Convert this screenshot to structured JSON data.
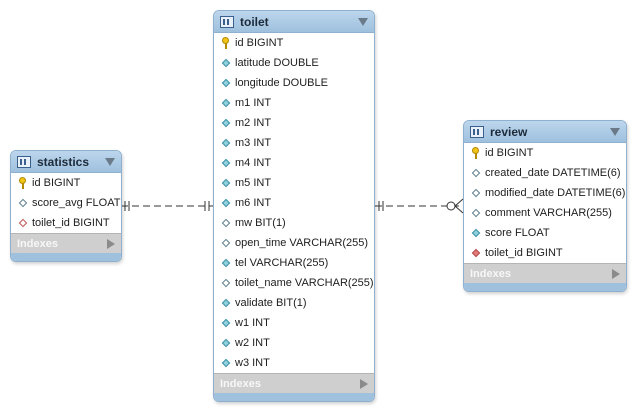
{
  "tables": {
    "statistics": {
      "title": "statistics",
      "indexes_label": "Indexes",
      "columns": [
        {
          "text": "id BIGINT",
          "icon": "primary-key-icon"
        },
        {
          "text": "score_avg FLOAT",
          "icon": "column-nullable-icon"
        },
        {
          "text": "toilet_id BIGINT",
          "icon": "foreign-key-icon"
        }
      ]
    },
    "toilet": {
      "title": "toilet",
      "indexes_label": "Indexes",
      "columns": [
        {
          "text": "id BIGINT",
          "icon": "primary-key-icon"
        },
        {
          "text": "latitude DOUBLE",
          "icon": "column-icon"
        },
        {
          "text": "longitude DOUBLE",
          "icon": "column-icon"
        },
        {
          "text": "m1 INT",
          "icon": "column-icon"
        },
        {
          "text": "m2 INT",
          "icon": "column-icon"
        },
        {
          "text": "m3 INT",
          "icon": "column-icon"
        },
        {
          "text": "m4 INT",
          "icon": "column-icon"
        },
        {
          "text": "m5 INT",
          "icon": "column-icon"
        },
        {
          "text": "m6 INT",
          "icon": "column-icon"
        },
        {
          "text": "mw BIT(1)",
          "icon": "column-nullable-icon"
        },
        {
          "text": "open_time VARCHAR(255)",
          "icon": "column-nullable-icon"
        },
        {
          "text": "tel VARCHAR(255)",
          "icon": "column-icon"
        },
        {
          "text": "toilet_name VARCHAR(255)",
          "icon": "column-nullable-icon"
        },
        {
          "text": "validate BIT(1)",
          "icon": "column-icon"
        },
        {
          "text": "w1 INT",
          "icon": "column-icon"
        },
        {
          "text": "w2 INT",
          "icon": "column-icon"
        },
        {
          "text": "w3 INT",
          "icon": "column-icon"
        }
      ]
    },
    "review": {
      "title": "review",
      "indexes_label": "Indexes",
      "columns": [
        {
          "text": "id BIGINT",
          "icon": "primary-key-icon"
        },
        {
          "text": "created_date DATETIME(6)",
          "icon": "column-nullable-icon"
        },
        {
          "text": "modified_date DATETIME(6)",
          "icon": "column-nullable-icon"
        },
        {
          "text": "comment VARCHAR(255)",
          "icon": "column-nullable-icon"
        },
        {
          "text": "score FLOAT",
          "icon": "column-icon"
        },
        {
          "text": "toilet_id BIGINT",
          "icon": "foreign-key-filled-icon"
        }
      ]
    }
  },
  "relationships": [
    {
      "from": "statistics",
      "to": "toilet",
      "cardinality": "one-to-one",
      "style": "dashed"
    },
    {
      "from": "toilet",
      "to": "review",
      "cardinality": "one-to-many",
      "style": "dashed"
    }
  ],
  "colors": {
    "header": "#9fc1de",
    "border": "#8fb1cf",
    "footer": "#cfcfcf",
    "line": "#333333"
  }
}
